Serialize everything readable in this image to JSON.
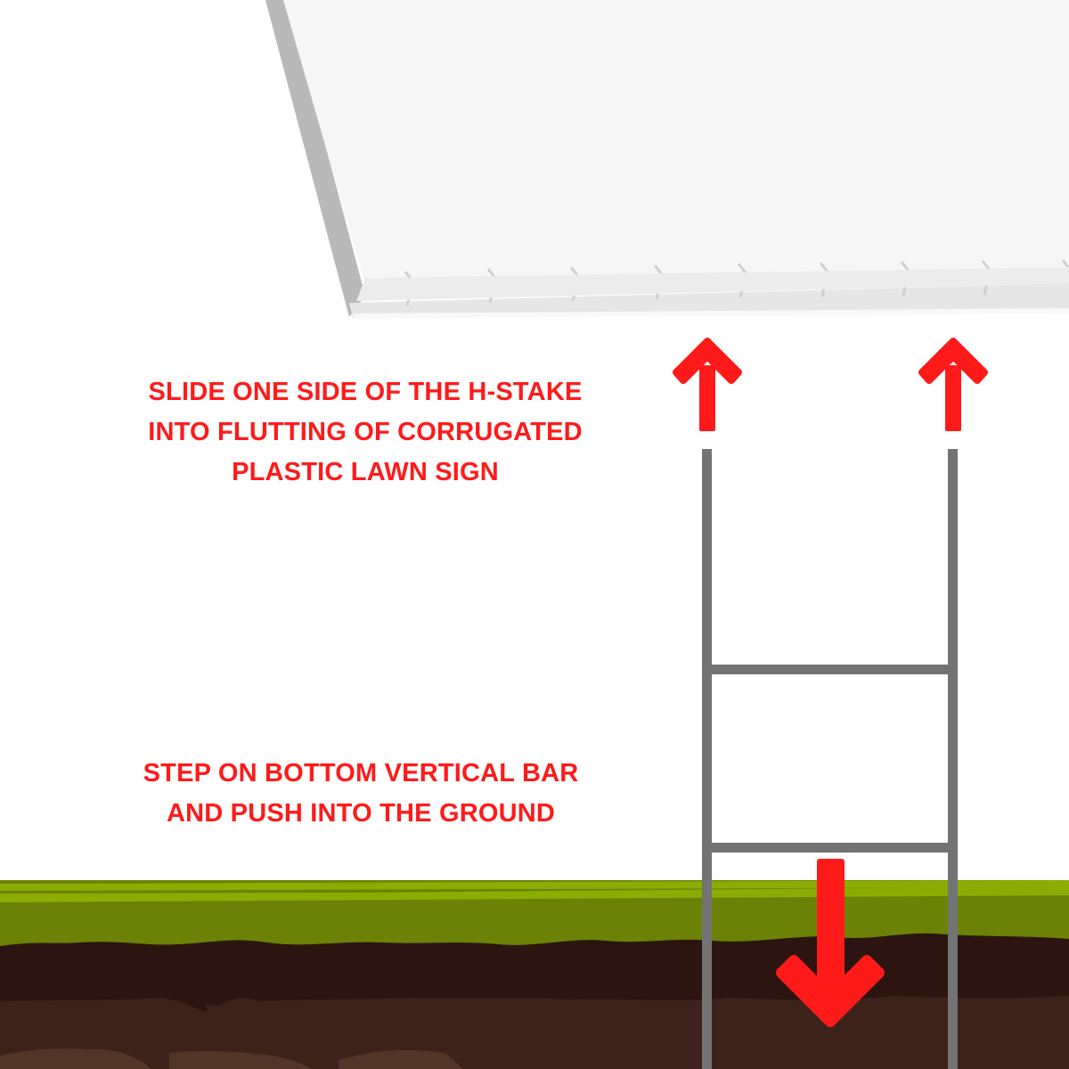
{
  "instructions": {
    "step_1": {
      "lines": [
        "SLIDE ONE SIDE OF THE H-STAKE",
        "INTO FLUTTING OF CORRUGATED",
        "PLASTIC LAWN SIGN"
      ]
    },
    "step_2": {
      "lines": [
        "STEP ON BOTTOM VERTICAL BAR",
        "AND PUSH INTO THE GROUND"
      ]
    }
  },
  "illustration": {
    "sign": "corrugated-plastic-lawn-sign",
    "stake": "h-stake",
    "arrows": [
      "arrow-up-left",
      "arrow-up-right",
      "arrow-down"
    ],
    "ground_layers": [
      "grass",
      "topsoil",
      "subsoil",
      "deep-soil"
    ]
  },
  "colors": {
    "accent_red": "#ff1a1a",
    "stake_gray": "#737373",
    "sign_white": "#f7f7f7",
    "sign_edge": "#b8b8b8",
    "grass_light": "#8aad04",
    "grass_dark": "#6b8206",
    "soil_top": "#2c1510",
    "soil_mid": "#3c221b",
    "soil_deep": "#533428"
  }
}
